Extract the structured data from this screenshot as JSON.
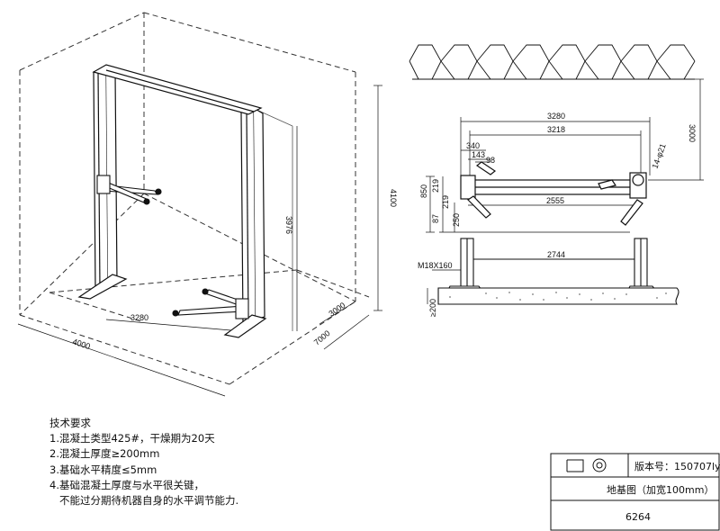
{
  "dimensions": {
    "persp_height": "4100",
    "persp_column_height": "3976",
    "persp_width": "3280",
    "persp_depth_1": "3000",
    "persp_depth_2": "7000",
    "persp_length": "4000",
    "top_width": "3280",
    "top_inner": "3218",
    "top_340": "340",
    "top_143": "143",
    "top_98": "98",
    "top_850": "850",
    "top_219a": "219",
    "top_219b": "219",
    "top_87": "87",
    "top_250": "250",
    "top_2555": "2555",
    "top_3000": "3000",
    "top_phi": "14-φ21",
    "bottom_2744": "2744",
    "anchor_bolt": "M18X160",
    "slab_200": "≥200"
  },
  "notes": {
    "title": "技术要求",
    "items": [
      "1.混凝土类型425#，干燥期为20天",
      "2.混凝土厚度≥200mm",
      "3.基础水平精度≤5mm",
      "4.基础混凝土厚度与水平很关键，",
      "   不能过分期待机器自身的水平调节能力."
    ]
  },
  "title_block": {
    "version": "版本号：150707ly",
    "drawing_name": "地基图（加宽100mm）",
    "number": "6264"
  }
}
